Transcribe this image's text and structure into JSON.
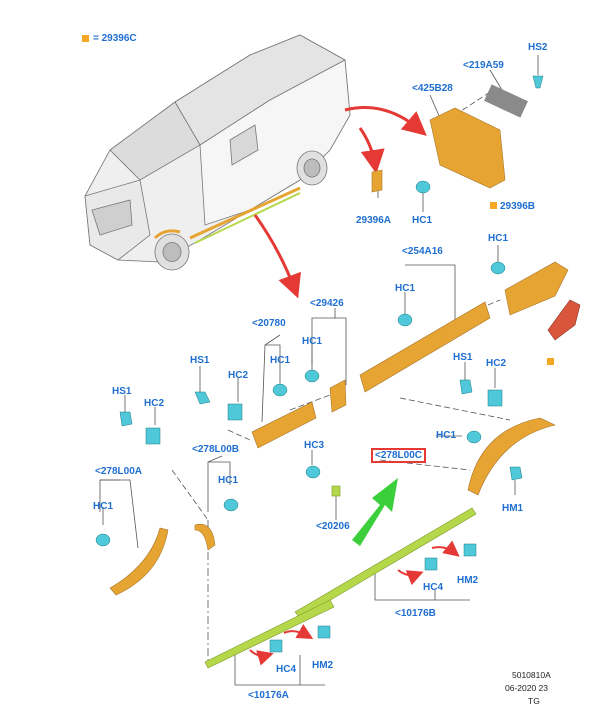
{
  "legend": {
    "text": "= 29396C",
    "color": "#f5a623"
  },
  "colors": {
    "label": "#1f6fd1",
    "part_orange": "#e6a532",
    "part_green": "#b5d84a",
    "clip_cyan": "#4fc9d9",
    "arrow_red": "#e53935",
    "arrow_green": "#3ccf3c",
    "leader": "#555555"
  },
  "labels": {
    "hs2": "HS2",
    "p219a59": "<219A59",
    "p425b28": "<425B28",
    "hc1_a": "HC1",
    "p29396a": "29396A",
    "p29396b": "29396B",
    "hc1_b": "HC1",
    "p254a16": "<254A16",
    "hc1_c": "HC1",
    "p29426": "<29426",
    "p20780": "<20780",
    "hc1_d": "HC1",
    "hc1_e": "HC1",
    "hs1_a": "HS1",
    "hc2_a": "HC2",
    "hs1_b": "HS1",
    "hc2_b": "HC2",
    "hs1_c": "HS1",
    "hc2_c": "HC2",
    "p278l00b": "<278L00B",
    "hc3": "HC3",
    "p278l00c": "<278L00C",
    "hc1_f": "HC1",
    "p278l00a": "<278L00A",
    "hc1_g": "HC1",
    "hc1_h": "HC1",
    "p20206": "<20206",
    "hm1": "HM1",
    "hc4_a": "HC4",
    "hm2_a": "HM2",
    "p10176b": "<10176B",
    "hc4_b": "HC4",
    "hm2_b": "HM2",
    "p10176a": "<10176A"
  },
  "footer": {
    "ref": "5010810A",
    "date": "06-2020 23",
    "author": "TG"
  }
}
